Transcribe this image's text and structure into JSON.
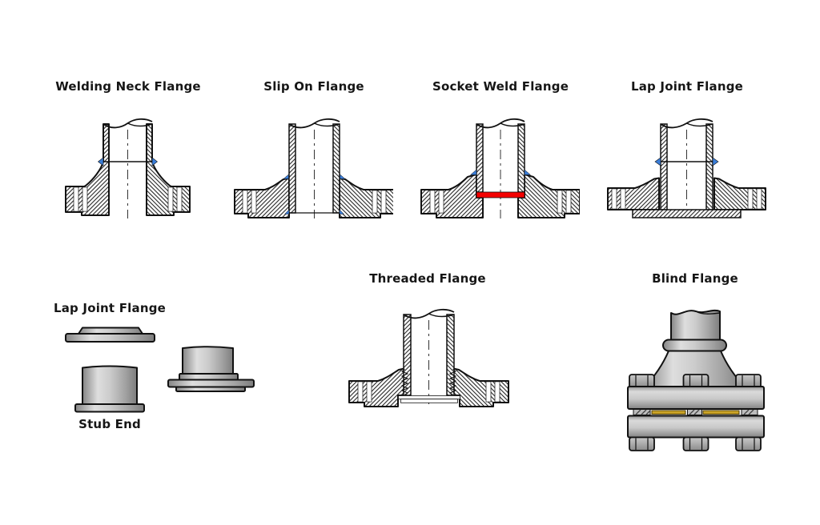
{
  "colors": {
    "background": "#ffffff",
    "line": "#111111",
    "weld_blue": "#3a7dd8",
    "gap_red": "#f40000",
    "gasket_gold": "#c9a227",
    "steel_light": "#dcdcdc",
    "steel_mid": "#b3b3b3",
    "steel_dark": "#878787"
  },
  "figures": {
    "welding_neck": {
      "title": "Welding Neck Flange"
    },
    "slip_on": {
      "title": "Slip On Flange"
    },
    "socket_weld": {
      "title": "Socket Weld Flange"
    },
    "lap_joint": {
      "title": "Lap Joint Flange"
    },
    "lap_joint_parts": {
      "title": "Lap Joint Flange",
      "stub_end_label": "Stub End"
    },
    "threaded": {
      "title": "Threaded Flange"
    },
    "blind": {
      "title": "Blind Flange"
    }
  }
}
